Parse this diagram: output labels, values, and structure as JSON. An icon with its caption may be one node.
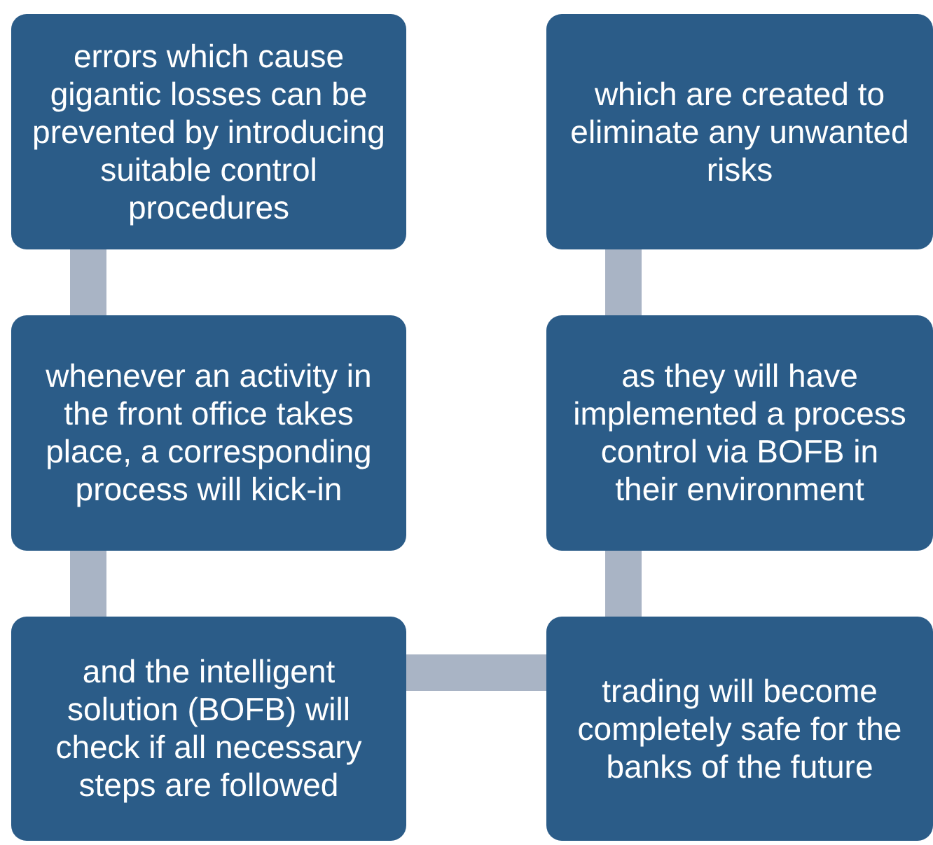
{
  "diagram": {
    "nodes": [
      {
        "text": [
          "errors which cause gigantic losses can be prevented by introducing suitable control procedures"
        ]
      },
      {
        "text": [
          "which are created to eliminate any unwanted risks"
        ]
      },
      {
        "text": [
          "whenever an activity in the front office takes place, a corresponding process will kick-in"
        ]
      },
      {
        "text": [
          "as they will have implemented a process control via BOFB in their environment"
        ]
      },
      {
        "text": [
          "and the intelligent solution (BOFB) will check if all necessary steps are followed"
        ]
      },
      {
        "text": [
          "trading will become completely safe for the banks of the future"
        ]
      }
    ],
    "edges": [
      {
        "from": 0,
        "to": 2,
        "arrow": "none"
      },
      {
        "from": 2,
        "to": 4,
        "arrow": "none"
      },
      {
        "from": 4,
        "to": 5,
        "arrow": "none"
      },
      {
        "from": 5,
        "to": 3,
        "arrow": "none"
      },
      {
        "from": 3,
        "to": 1,
        "arrow": "none"
      }
    ]
  }
}
